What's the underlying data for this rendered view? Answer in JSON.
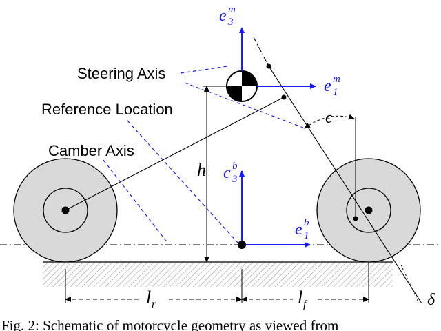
{
  "labels": {
    "steering_axis": "Steering Axis",
    "reference_location": "Reference Location",
    "camber_axis": "Camber Axis"
  },
  "symbols": {
    "e": "e",
    "e_m_super": "m",
    "e3_sub": "3",
    "e1_sub": "1",
    "c": "c",
    "c_b_super": "b",
    "e_b_super": "b",
    "h": "h",
    "epsilon": "ϵ",
    "l": "l",
    "r_sub": "r",
    "f_sub": "f",
    "delta": "δ"
  },
  "caption": "Fig. 2: Schematic of motorcycle geometry as viewed from",
  "colors": {
    "axis_blue": "#1a1aff",
    "wheel_fill": "#d9d9d9",
    "ground_hatch": "#9a9a9a"
  }
}
